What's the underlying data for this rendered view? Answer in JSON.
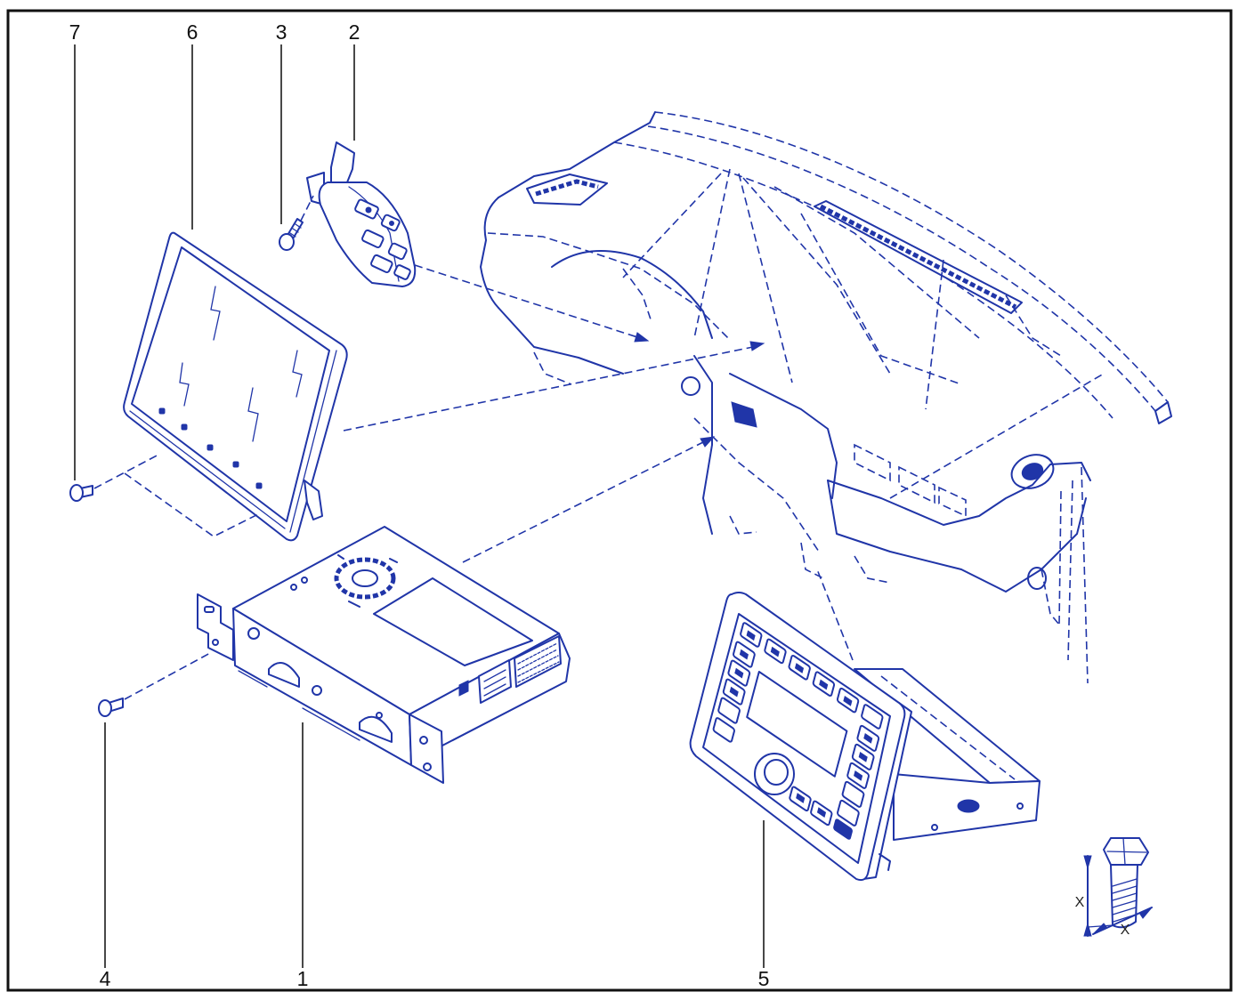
{
  "callouts": [
    "7",
    "6",
    "3",
    "2",
    "4",
    "1",
    "5"
  ],
  "bolt_symbol": {
    "dimension_labels": [
      "X",
      "X"
    ]
  },
  "colors": {
    "drawing": "#2035a8",
    "leader": "#1a1a1a",
    "frame": "#111111",
    "background": "#ffffff"
  }
}
